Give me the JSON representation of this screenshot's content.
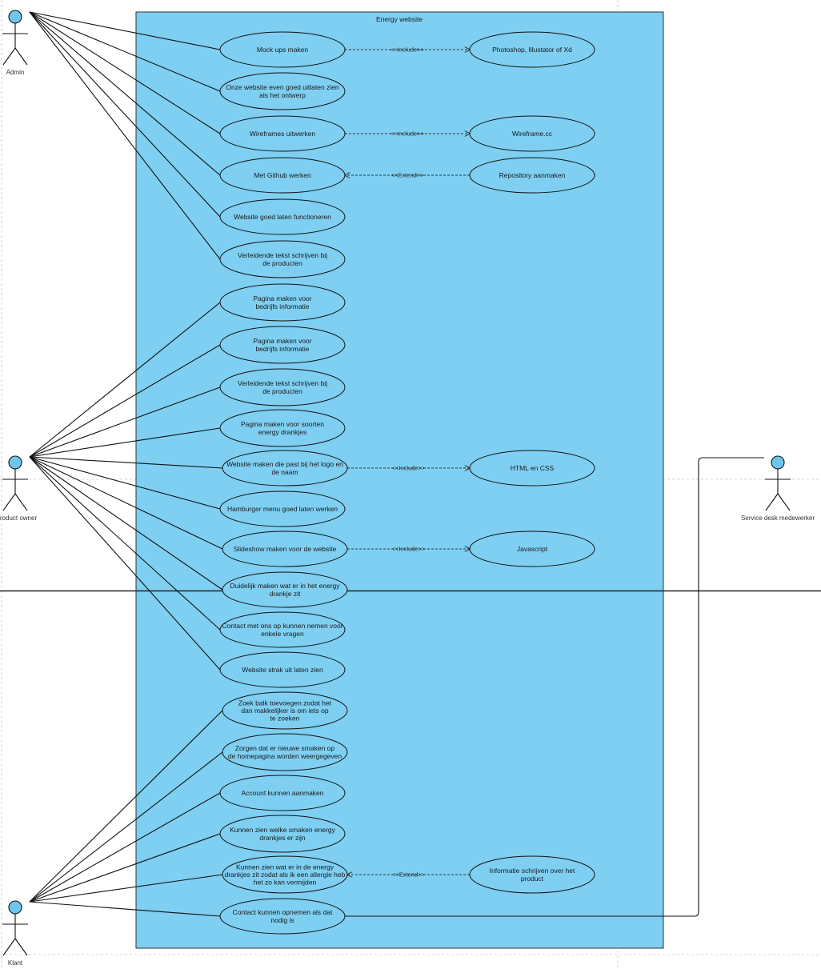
{
  "system": {
    "title": "Energy website",
    "fill": "#7ecff2"
  },
  "actors": [
    {
      "id": "admin",
      "label": "Admin",
      "label_visible": "Admin"
    },
    {
      "id": "po",
      "label": "Product owner",
      "label_visible": "roduct owner"
    },
    {
      "id": "sd",
      "label": "Service desk medewerker",
      "label_visible": "Service desk medewerker"
    },
    {
      "id": "klant",
      "label": "Klant",
      "label_visible": "Klant"
    }
  ],
  "use_cases": [
    {
      "id": "uc1",
      "lines": [
        "Mock ups maken"
      ]
    },
    {
      "id": "uc2",
      "lines": [
        "Onze website even goed uitlaten zien",
        "als het ontwerp"
      ]
    },
    {
      "id": "uc3",
      "lines": [
        "Wireframes uitwerken"
      ]
    },
    {
      "id": "uc4",
      "lines": [
        "Met Github werken"
      ]
    },
    {
      "id": "uc5",
      "lines": [
        "Website goed laten functioneren"
      ]
    },
    {
      "id": "uc6",
      "lines": [
        "Verleidende tekst schrijven bij",
        "de producten"
      ]
    },
    {
      "id": "uc7",
      "lines": [
        "Pagina maken voor",
        "bedrijfs informatie"
      ]
    },
    {
      "id": "uc8",
      "lines": [
        "Pagina maken voor",
        "bedrijfs informatie"
      ]
    },
    {
      "id": "uc9",
      "lines": [
        "Verleidende tekst schrijven bij",
        "de producten"
      ]
    },
    {
      "id": "uc10",
      "lines": [
        "Pagina maken voor soorten",
        "energy drankjes"
      ]
    },
    {
      "id": "uc11",
      "lines": [
        "Website maken die past bij het logo en",
        "de naam"
      ]
    },
    {
      "id": "uc12",
      "lines": [
        "Hamburger menu goed laten werken"
      ]
    },
    {
      "id": "uc13",
      "lines": [
        "Slideshow maken voor de website"
      ]
    },
    {
      "id": "uc14",
      "lines": [
        "Duidelijk maken wat er in het energy",
        "drankje zit"
      ]
    },
    {
      "id": "uc15",
      "lines": [
        "Contact met ons op kunnen nemen voor",
        "enkele vragen"
      ]
    },
    {
      "id": "uc16",
      "lines": [
        "Website strak uit laten zien"
      ]
    },
    {
      "id": "uc17",
      "lines": [
        "Zoek balk toevoegen zodat het",
        "dan makkelijker is om iets op",
        "te zoeken"
      ]
    },
    {
      "id": "uc18",
      "lines": [
        "Zorgen dat er nieuwe smaken op",
        "de homepagina worden weergegeven"
      ]
    },
    {
      "id": "uc19",
      "lines": [
        "Account kunnen aanmaken"
      ]
    },
    {
      "id": "uc20",
      "lines": [
        "Kunnen zien welke smaken energy",
        "drankjes er zijn"
      ]
    },
    {
      "id": "uc21",
      "lines": [
        "Kunnen zien wat er in de energy",
        "drankjes zit zodat als ik een allergie heb",
        "het zo kan vermijden"
      ]
    },
    {
      "id": "uc22",
      "lines": [
        "Contact kunnen opnemen als dat",
        "nodig is"
      ]
    },
    {
      "id": "ext1",
      "lines": [
        "Photoshop, Illustator of Xd"
      ]
    },
    {
      "id": "ext2",
      "lines": [
        "Wireframe.cc"
      ]
    },
    {
      "id": "ext3",
      "lines": [
        "Repository aanmaken"
      ]
    },
    {
      "id": "ext4",
      "lines": [
        "HTML en CSS"
      ]
    },
    {
      "id": "ext5",
      "lines": [
        "Javascript"
      ]
    },
    {
      "id": "ext6",
      "lines": [
        "Informatie schrijven over het",
        "product"
      ]
    }
  ],
  "associations": [
    {
      "actor": "admin",
      "uc": "uc1"
    },
    {
      "actor": "admin",
      "uc": "uc2"
    },
    {
      "actor": "admin",
      "uc": "uc3"
    },
    {
      "actor": "admin",
      "uc": "uc4"
    },
    {
      "actor": "admin",
      "uc": "uc5"
    },
    {
      "actor": "admin",
      "uc": "uc6"
    },
    {
      "actor": "po",
      "uc": "uc7"
    },
    {
      "actor": "po",
      "uc": "uc8"
    },
    {
      "actor": "po",
      "uc": "uc9"
    },
    {
      "actor": "po",
      "uc": "uc10"
    },
    {
      "actor": "po",
      "uc": "uc11"
    },
    {
      "actor": "po",
      "uc": "uc12"
    },
    {
      "actor": "po",
      "uc": "uc13"
    },
    {
      "actor": "po",
      "uc": "uc14"
    },
    {
      "actor": "po",
      "uc": "uc15"
    },
    {
      "actor": "po",
      "uc": "uc16"
    },
    {
      "actor": "klant",
      "uc": "uc17"
    },
    {
      "actor": "klant",
      "uc": "uc18"
    },
    {
      "actor": "klant",
      "uc": "uc19"
    },
    {
      "actor": "klant",
      "uc": "uc20"
    },
    {
      "actor": "klant",
      "uc": "uc21"
    },
    {
      "actor": "klant",
      "uc": "uc22"
    },
    {
      "actor": "sd",
      "uc": "uc22"
    }
  ],
  "relations": [
    {
      "from": "uc1",
      "to": "ext1",
      "type": "include",
      "label": "<<Include>>"
    },
    {
      "from": "uc3",
      "to": "ext2",
      "type": "include",
      "label": "<<Include>>"
    },
    {
      "from": "ext3",
      "to": "uc4",
      "type": "extend",
      "label": "<<Extend>>"
    },
    {
      "from": "uc11",
      "to": "ext4",
      "type": "include",
      "label": "<<Include>>"
    },
    {
      "from": "uc13",
      "to": "ext5",
      "type": "include",
      "label": "<<Include>>"
    },
    {
      "from": "ext6",
      "to": "uc21",
      "type": "extend",
      "label": "<<Extend>>"
    }
  ]
}
